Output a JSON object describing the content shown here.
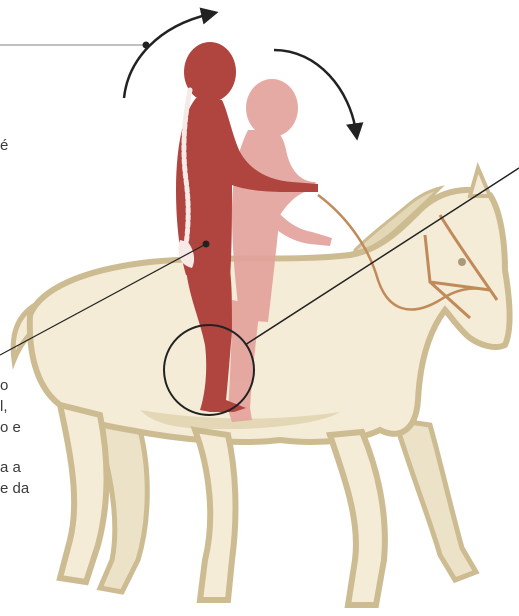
{
  "fragments": {
    "f1": "é",
    "f2": "o",
    "f3": "l,",
    "f4": "o e",
    "f5": "a a",
    "f6": "e da"
  },
  "colors": {
    "rider_dark": "#b0453f",
    "rider_light": "#e3a39c",
    "spine": "#f6e9e6",
    "horse_fill": "#f4ecd6",
    "horse_outline": "#cdbb92",
    "horse_shadow": "#e4d7b5",
    "line": "#222222",
    "pointer_gray": "#9a9a9a",
    "rein": "#c08a5a"
  },
  "icons": [
    "rotation-arrow-forward-icon",
    "rotation-arrow-back-icon"
  ]
}
